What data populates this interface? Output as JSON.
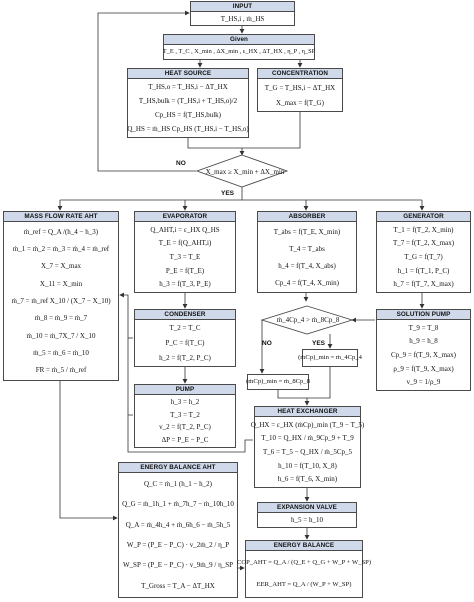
{
  "nodes": {
    "input": {
      "title": "INPUT",
      "lines": [
        "T_HS,i , ṁ_HS"
      ]
    },
    "given": {
      "title": "Given",
      "lines": [
        "T_E , T_C , X_min , ΔX_min , ε_HX , ΔT_HX , η_P , η_SP"
      ]
    },
    "heatsource": {
      "title": "HEAT SOURCE",
      "lines": [
        "T_HS,o = T_HS,i − ΔT_HX",
        "T_HS,bulk = (T_HS,i + T_HS,o)/2",
        "Cp_HS = f(T_HS,bulk)",
        "Q_HS = ṁ_HS Cp_HS (T_HS,i − T_HS,o)"
      ]
    },
    "concentration": {
      "title": "CONCENTRATION",
      "lines": [
        "T_G = T_HS,i − ΔT_HX",
        "X_max = f(T_G)"
      ]
    },
    "decision1": {
      "lines": [
        "X_max ≥ X_min + ΔX_min"
      ],
      "no_label": "NO",
      "yes_label": "YES"
    },
    "massflow": {
      "title": "MASS FLOW RATE AHT",
      "lines": [
        "ṁ_ref = Q_A /(h_4 − h_3)",
        "ṁ_1 = ṁ_2 = ṁ_3 = ṁ_4 = ṁ_ref",
        "X_7 = X_max",
        "X_11 = X_min",
        "ṁ_7 = ṁ_ref X_10 / (X_7 − X_10)",
        "ṁ_8 = ṁ_9 = ṁ_7",
        "ṁ_10 = ṁ_7X_7 / X_10",
        "ṁ_5 = ṁ_6 = ṁ_10",
        "FR = ṁ_5 / ṁ_ref"
      ]
    },
    "evaporator": {
      "title": "EVAPORATOR",
      "lines": [
        "Q_AHT,i = ε_HX Q_HS",
        "T_E = f(Q_AHT,i)",
        "T_3 = T_E",
        "P_E = f(T_E)",
        "h_3 = f(T_3, P_E)"
      ]
    },
    "absorber": {
      "title": "ABSORBER",
      "lines": [
        "T_abs = f(T_E, X_min)",
        "T_4 = T_abs",
        "h_4 = f(T_4, X_abs)",
        "Cp_4 = f(T_4, X_min)"
      ]
    },
    "generator": {
      "title": "GENERATOR",
      "lines": [
        "T_1 = f(T_2, X_min)",
        "T_7 = f(T_2, X_max)",
        "T_G = f(T_7)",
        "h_1 = f(T_1, P_C)",
        "h_7 = f(T_7, X_max)"
      ]
    },
    "condenser": {
      "title": "CONDENSER",
      "lines": [
        "T_2 = T_C",
        "P_C = f(T_C)",
        "h_2 = f(T_2, P_C)"
      ]
    },
    "decision2": {
      "lines": [
        "ṁ_4Cp_4 > ṁ_8Cp_8"
      ],
      "no_label": "NO",
      "yes_label": "YES"
    },
    "mincp1": {
      "lines": [
        "(ṁCp)_min = ṁ_8Cp_8"
      ]
    },
    "mincp2": {
      "lines": [
        "(ṁCp)_min = ṁ_4Cp_4"
      ]
    },
    "solutionpump": {
      "title": "SOLUTION PUMP",
      "lines": [
        "T_9 = T_8",
        "h_9 = h_8",
        "Cp_9 = f(T_9, X_max)",
        "ρ_9 = f(T_9, X_max)",
        "v_9 = 1/ρ_9"
      ]
    },
    "pump": {
      "title": "PUMP",
      "lines": [
        "h_3 = h_2",
        "T_3 = T_2",
        "v_2 = f(T_2, P_C)",
        "ΔP = P_E − P_C"
      ]
    },
    "heatexchanger": {
      "title": "HEAT EXCHANGER",
      "lines": [
        "Q_HX = ε_HX (ṁCp)_min (T_9 − T_5)",
        "T_10 = Q_HX / ṁ_9Cp_9 + T_9",
        "T_6 = T_5 − Q_HX / ṁ_5Cp_5",
        "h_10 = f(T_10, X_8)",
        "h_6 = f(T_6, X_min)"
      ]
    },
    "energybalance": {
      "title": "ENERGY BALANCE AHT",
      "lines": [
        "Q_C = ṁ_1 (h_1 − h_2)",
        "Q_G = ṁ_1h_1 + ṁ_7h_7 − ṁ_10h_10",
        "Q_A = ṁ_4h_4 + ṁ_6h_6 − ṁ_5h_5",
        "W_P = (P_E − P_C) · v_2ṁ_2 / η_P",
        "W_SP = (P_E − P_C) · v_9ṁ_9 / η_SP",
        "T_Gross = T_A − ΔT_HX"
      ]
    },
    "expansion": {
      "title": "EXPANSION VALVE",
      "lines": [
        "h_5 = h_10"
      ]
    },
    "energybal2": {
      "title": "ENERGY BALANCE",
      "lines": [
        "COP_AHT = Q_A / (Q_E + Q_G + W_P + W_SP)",
        "EER_AHT = Q_A / (W_P + W_SP)"
      ]
    }
  },
  "edges": [
    {
      "from": "input",
      "to": "given"
    },
    {
      "from": "given",
      "to": "heatsource"
    },
    {
      "from": "given",
      "to": "concentration"
    },
    {
      "from": "heatsource",
      "to": "decision1"
    },
    {
      "from": "concentration",
      "to": "decision1"
    },
    {
      "from": "decision1",
      "to": "input",
      "label": "NO"
    },
    {
      "from": "decision1",
      "to": "massflow",
      "label": "YES"
    },
    {
      "from": "decision1",
      "to": "evaporator",
      "label": "YES"
    },
    {
      "from": "decision1",
      "to": "absorber",
      "label": "YES"
    },
    {
      "from": "decision1",
      "to": "generator",
      "label": "YES"
    },
    {
      "from": "evaporator",
      "to": "condenser"
    },
    {
      "from": "condenser",
      "to": "pump"
    },
    {
      "from": "absorber",
      "to": "decision2"
    },
    {
      "from": "generator",
      "to": "solutionpump"
    },
    {
      "from": "decision2",
      "to": "mincp1",
      "label": "NO"
    },
    {
      "from": "decision2",
      "to": "mincp2",
      "label": "YES"
    },
    {
      "from": "solutionpump",
      "to": "decision2"
    },
    {
      "from": "mincp1",
      "to": "heatexchanger"
    },
    {
      "from": "mincp2",
      "to": "heatexchanger"
    },
    {
      "from": "heatexchanger",
      "to": "expansion"
    },
    {
      "from": "expansion",
      "to": "energybal2"
    },
    {
      "from": "massflow",
      "to": "energybalance"
    },
    {
      "from": "pump",
      "to": "massflow"
    },
    {
      "from": "condenser",
      "to": "massflow"
    },
    {
      "from": "heatexchanger",
      "to": "massflow"
    },
    {
      "from": "energybalance",
      "to": "energybal2"
    }
  ],
  "colors": {
    "header_fill": "#cfd9ea",
    "border": "#4a4a4a",
    "arrow": "#333333"
  }
}
